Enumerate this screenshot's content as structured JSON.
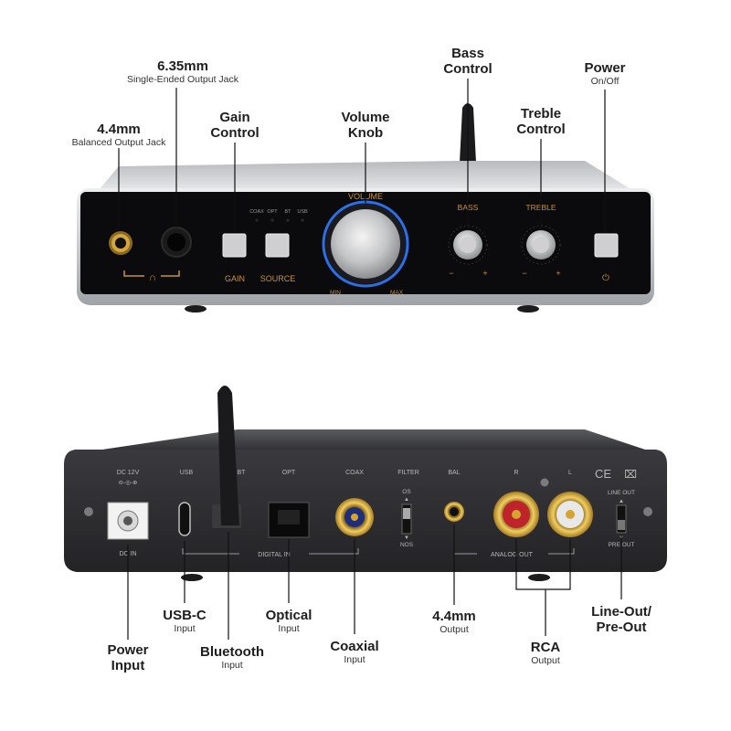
{
  "front": {
    "callouts": {
      "jack635": {
        "title": "6.35mm",
        "sub": "Single-Ended Output Jack"
      },
      "jack44": {
        "title": "4.4mm",
        "sub": "Balanced Output Jack"
      },
      "gain": {
        "title": "Gain\nControl",
        "sub": ""
      },
      "volume": {
        "title": "Volume\nKnob",
        "sub": ""
      },
      "bass": {
        "title": "Bass\nControl",
        "sub": ""
      },
      "treble": {
        "title": "Treble\nControl",
        "sub": ""
      },
      "power": {
        "title": "Power",
        "sub": "On/Off"
      }
    },
    "panel": {
      "volume_label": "VOLUME",
      "min": "MIN",
      "max": "MAX",
      "bass_label": "BASS",
      "treble_label": "TREBLE",
      "gain_label": "GAIN",
      "source_label": "SOURCE",
      "inputs": [
        "COAX",
        "OPT",
        "BT",
        "USB"
      ],
      "minus": "−",
      "plus": "+",
      "headphone_glyph": "🎧",
      "power_glyph": "⏻"
    },
    "colors": {
      "accent_text": "#c8923a",
      "volume_ring": "#2f7bff",
      "panel": "#0b0b0d",
      "chassis": "#cfd0d3"
    }
  },
  "rear": {
    "panel": {
      "dc": "DC 12V",
      "dc_symbol": "⊖-◎-⊕",
      "dc_in": "DC IN",
      "usb": "USB",
      "bt": "BT",
      "opt": "OPT",
      "coax": "COAX",
      "filter": "FILTER",
      "os": "OS",
      "nos": "NOS",
      "bal": "BAL",
      "r": "R",
      "l": "L",
      "line_out": "LINE OUT",
      "pre_out": "PRE OUT",
      "digital_in": "DIGITAL IN",
      "analog_out": "ANALOG OUT",
      "ce": "CE",
      "weee": "⌧"
    },
    "callouts": {
      "power": {
        "title": "Power\nInput",
        "sub": ""
      },
      "usbc": {
        "title": "USB-C",
        "sub": "Input"
      },
      "bluetooth": {
        "title": "Bluetooth",
        "sub": "Input"
      },
      "optical": {
        "title": "Optical",
        "sub": "Input"
      },
      "coaxial": {
        "title": "Coaxial",
        "sub": "Input"
      },
      "out44": {
        "title": "4.4mm",
        "sub": "Output"
      },
      "rca": {
        "title": "RCA",
        "sub": "Output"
      },
      "lineout": {
        "title": "Line-Out/\nPre-Out",
        "sub": ""
      }
    },
    "colors": {
      "panel": "#2a2a2d",
      "label": "#b8b8b8",
      "rca_red": "#c0242b",
      "gold": "#d6a531"
    }
  }
}
